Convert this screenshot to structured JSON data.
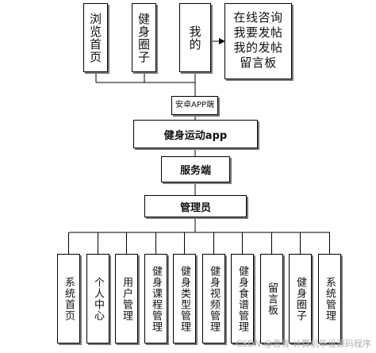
{
  "top_boxes": [
    {
      "label": "浏览首页"
    },
    {
      "label": "健身圈子"
    },
    {
      "label": "我的"
    }
  ],
  "forum_box": {
    "label": "在线咨询我要发帖我的发帖留言板"
  },
  "android_box": {
    "label": "安卓APP端"
  },
  "app_box": {
    "label": "健身运动app"
  },
  "server_box": {
    "label": "服务端"
  },
  "admin_box": {
    "label": "管理员"
  },
  "modules": [
    {
      "label": "系统首页"
    },
    {
      "label": "个人中心"
    },
    {
      "label": "用户管理"
    },
    {
      "label": "健身课程管理"
    },
    {
      "label": "健身类型管理"
    },
    {
      "label": "健身视频管理"
    },
    {
      "label": "健身食谱管理"
    },
    {
      "label": "留言板"
    },
    {
      "label": "健身圈子"
    },
    {
      "label": "系统管理"
    }
  ],
  "watermark": "CSDN @青青 计算机毕设源码程序"
}
